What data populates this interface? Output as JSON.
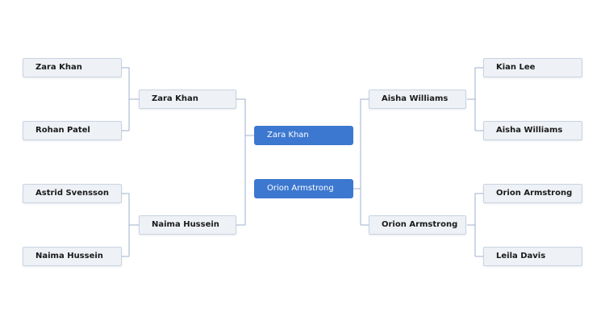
{
  "bracket": {
    "left": {
      "round1": [
        "Zara Khan",
        "Rohan Patel",
        "Astrid Svensson",
        "Naima Hussein"
      ],
      "semifinal": [
        "Zara Khan",
        "Naima Hussein"
      ]
    },
    "right": {
      "round1": [
        "Kian Lee",
        "Aisha Williams",
        "Orion Armstrong",
        "Leila Davis"
      ],
      "semifinal": [
        "Aisha Williams",
        "Orion Armstrong"
      ]
    },
    "final": [
      "Zara Khan",
      "Orion Armstrong"
    ]
  },
  "colors": {
    "slot_background": "#eef1f5",
    "slot_border": "#c9d4e3",
    "final_background": "#3c78d0",
    "connector": "#9fb0cc"
  }
}
